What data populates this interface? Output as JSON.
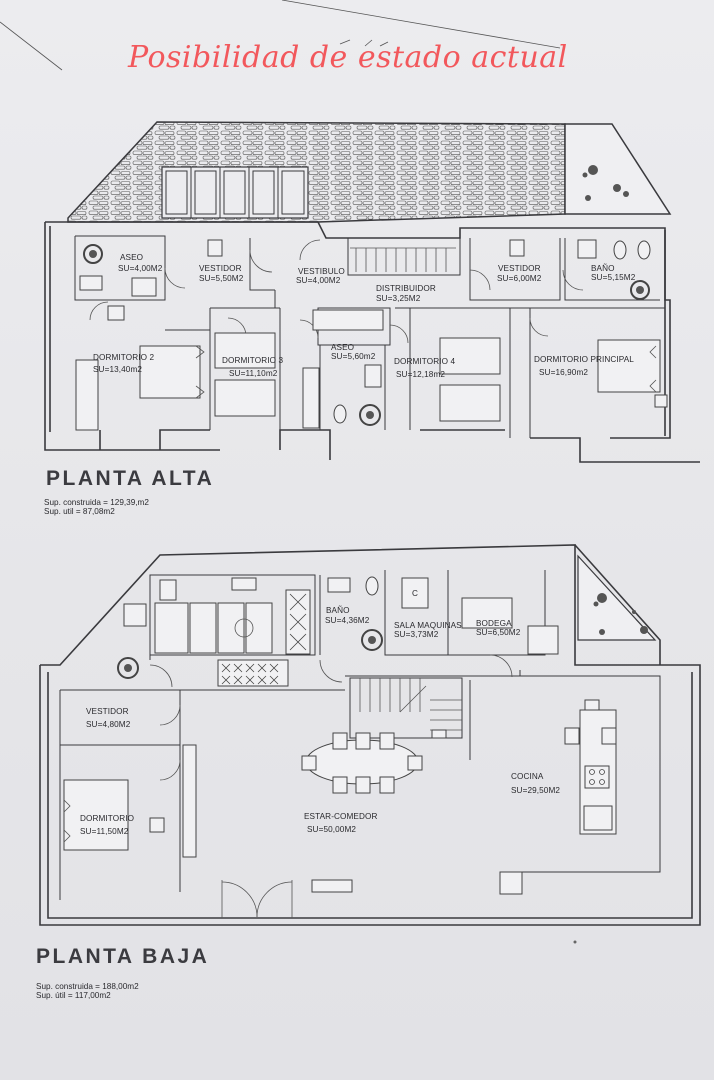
{
  "header": {
    "title": "Posibilidad de estado actual"
  },
  "accent_color": "#f2585c",
  "upper_floor": {
    "title": "PLANTA ALTA",
    "built_label": "Sup. construida  =",
    "built_value": "129,39,m2",
    "useful_label": "Sup. util        =",
    "useful_value": "87,08m2",
    "rooms": [
      {
        "name": "ASEO",
        "area": "SU=4,00M2"
      },
      {
        "name": "VESTIDOR",
        "area": "SU=5,50M2"
      },
      {
        "name": "VESTIBULO",
        "area": "SU=4,00M2"
      },
      {
        "name": "DISTRIBUIDOR",
        "area": "SU=3,25M2"
      },
      {
        "name": "VESTIDOR",
        "area": "SU=6,00M2"
      },
      {
        "name": "BAÑO",
        "area": "SU=5,15M2"
      },
      {
        "name": "DORMITORIO 2",
        "area": "SU=13,40m2"
      },
      {
        "name": "DORMITORIO 3",
        "area": "SU=11,10m2"
      },
      {
        "name": "ASEO",
        "area": "SU=5,60m2"
      },
      {
        "name": "DORMITORIO 4",
        "area": "SU=12,18m2"
      },
      {
        "name": "DORMITORIO PRINCIPAL",
        "area": "SU=16,90m2"
      }
    ]
  },
  "ground_floor": {
    "title": "PLANTA BAJA",
    "built_label": "Sup. construida  =",
    "built_value": "188,00m2",
    "useful_label": "Sup. útil        =",
    "useful_value": "117,00m2",
    "rooms": [
      {
        "name": "BAÑO",
        "area": "SU=4,36M2"
      },
      {
        "name": "SALA MAQUINAS",
        "area": "SU=3,73M2"
      },
      {
        "name": "BODEGA",
        "area": "SU=6,50M2"
      },
      {
        "name": "VESTIDOR",
        "area": "SU=4,80M2"
      },
      {
        "name": "DORMITORIO",
        "area": "SU=11,50M2"
      },
      {
        "name": "ESTAR-COMEDOR",
        "area": "SU=50,00M2"
      },
      {
        "name": "COCINA",
        "area": "SU=29,50M2"
      }
    ],
    "fixture_labels": {
      "boiler": "C"
    }
  }
}
